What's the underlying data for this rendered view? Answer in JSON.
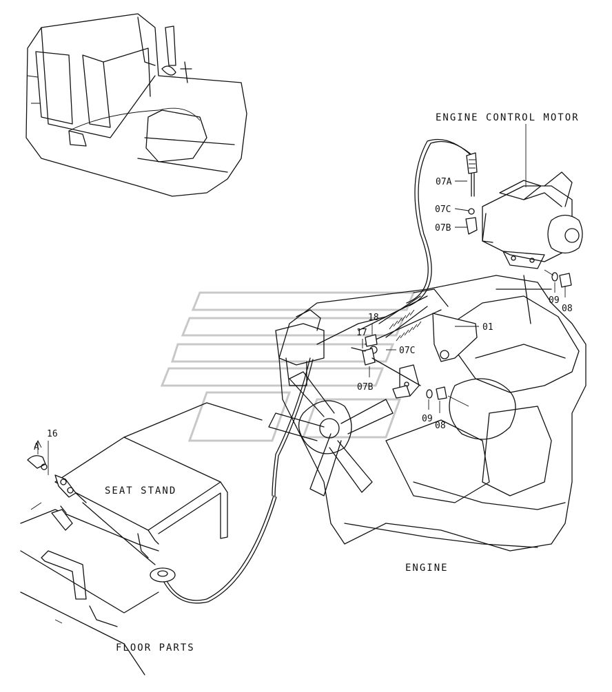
{
  "labels": {
    "engine_control_motor": "ENGINE CONTROL MOTOR",
    "seat_stand": "SEAT STAND",
    "engine": "ENGINE",
    "floor_parts": "FLOOR PARTS",
    "view_a": "A"
  },
  "callouts": {
    "p07a": "07A",
    "p07c_top": "07C",
    "p07b_top": "07B",
    "p09_top": "09",
    "p08_top": "08",
    "p01": "01",
    "p18": "18",
    "p17": "17",
    "p07c_mid": "07C",
    "p07b_mid": "07B",
    "p09_mid": "09",
    "p08_mid": "08",
    "p16": "16"
  }
}
